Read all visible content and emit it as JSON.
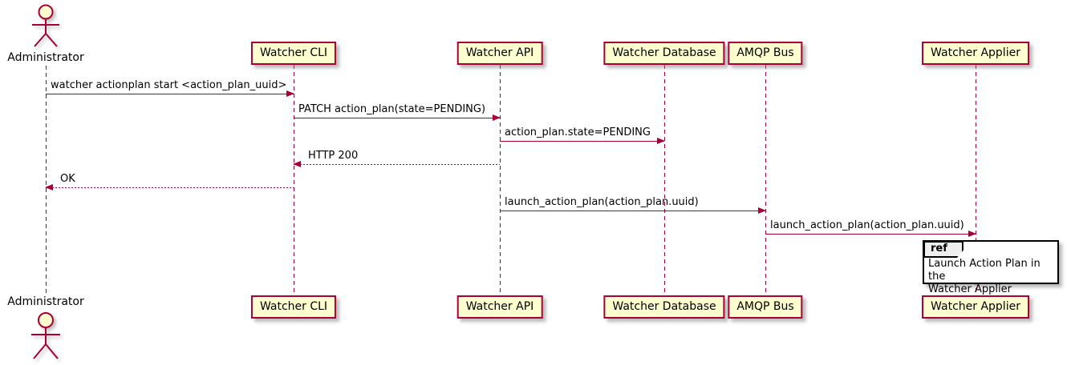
{
  "diagram": {
    "type": "sequence-diagram",
    "background": "#ffffff",
    "colors": {
      "participant_fill": "#FEFECE",
      "participant_border": "#A80036",
      "line": "#A80036",
      "text": "#000000",
      "ref_border": "#000000",
      "ref_tab_fill": "#EEEEEE"
    }
  },
  "actor": {
    "name": "Administrator"
  },
  "participants": [
    {
      "name": "Watcher CLI"
    },
    {
      "name": "Watcher API"
    },
    {
      "name": "Watcher Database"
    },
    {
      "name": "AMQP Bus"
    },
    {
      "name": "Watcher Applier"
    }
  ],
  "messages": [
    {
      "label": "watcher actionplan start <action_plan_uuid>",
      "from": "Administrator",
      "to": "Watcher CLI",
      "style": "solid"
    },
    {
      "label": "PATCH action_plan(state=PENDING)",
      "from": "Watcher CLI",
      "to": "Watcher API",
      "style": "solid"
    },
    {
      "label": "action_plan.state=PENDING",
      "from": "Watcher API",
      "to": "Watcher Database",
      "style": "solid"
    },
    {
      "label": "HTTP 200",
      "from": "Watcher API",
      "to": "Watcher CLI",
      "style": "dotted"
    },
    {
      "label": "OK",
      "from": "Watcher CLI",
      "to": "Administrator",
      "style": "dotted"
    },
    {
      "label": "launch_action_plan(action_plan.uuid)",
      "from": "Watcher API",
      "to": "AMQP Bus",
      "style": "solid"
    },
    {
      "label": "launch_action_plan(action_plan.uuid)",
      "from": "AMQP Bus",
      "to": "Watcher Applier",
      "style": "solid"
    }
  ],
  "ref": {
    "keyword": "ref",
    "text": "Launch Action Plan in the\nWatcher Applier"
  }
}
